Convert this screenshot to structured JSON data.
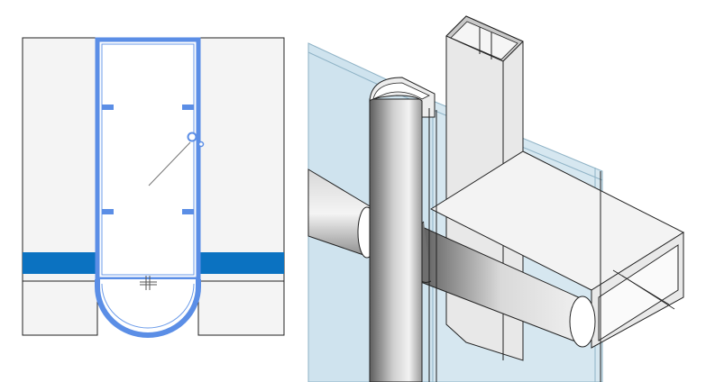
{
  "views": [
    {
      "id": "plan-view",
      "kind": "2D plan section",
      "selected_element": "mullion-profile",
      "colors": {
        "selection": "#5b8ee6",
        "glazing_band": "#0b72c1",
        "panel_fill": "#f4f4f4",
        "line": "#000000"
      }
    },
    {
      "id": "iso-view",
      "kind": "3D isometric view",
      "colors": {
        "glass": "#cfe3ee",
        "glass_edge": "#9fc0d2",
        "metal_light": "#f2f2f2",
        "metal_dark": "#6f6f6f",
        "line": "#000000"
      }
    }
  ]
}
